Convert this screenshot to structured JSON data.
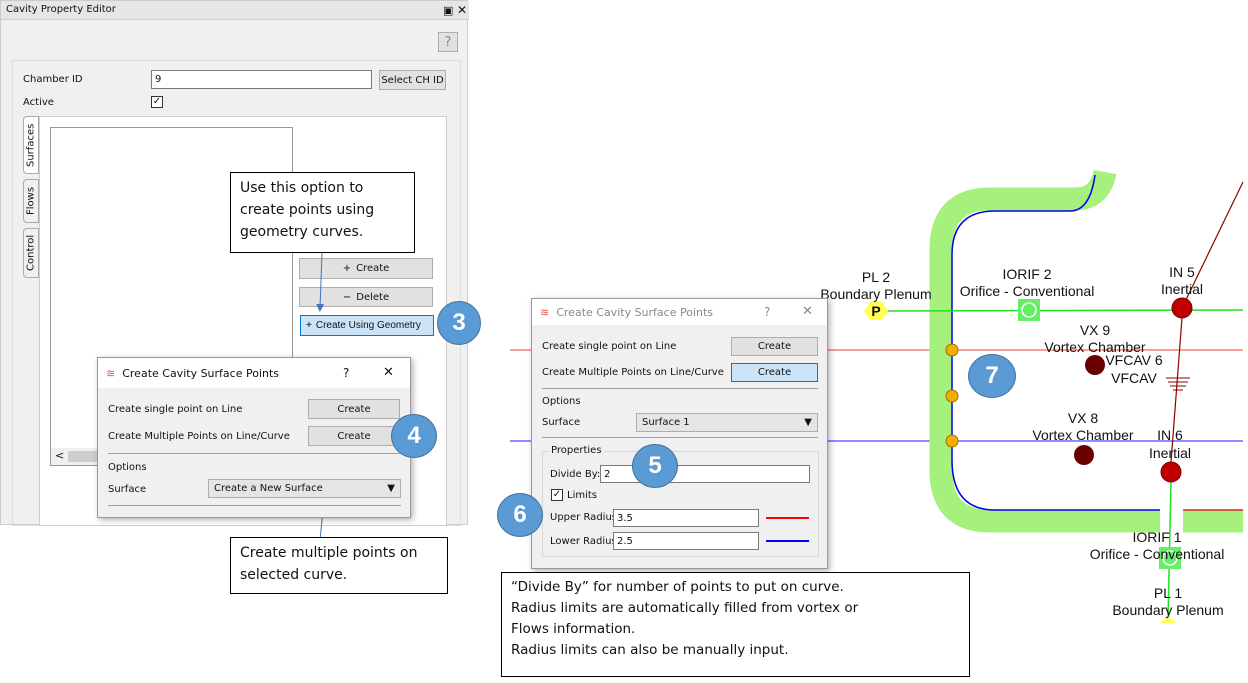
{
  "editor": {
    "title": "Cavity Property Editor",
    "help": "?",
    "chamber_id_label": "Chamber ID",
    "chamber_id_value": "9",
    "select_ch_id": "Select CH ID",
    "active_label": "Active",
    "active_checked": true,
    "tabs": [
      "Surfaces",
      "Flows",
      "Control"
    ],
    "create_label": "Create",
    "delete_label": "Delete",
    "create_geometry_label": "Create Using Geometry",
    "scroll_left": "<"
  },
  "dialog1": {
    "title": "Create Cavity Surface Points",
    "help": "?",
    "close": "✕",
    "single_label": "Create single point on Line",
    "multi_label": "Create Multiple Points on Line/Curve",
    "create": "Create",
    "options": "Options",
    "surface_label": "Surface",
    "surface_value": "Create a New Surface"
  },
  "dialog2": {
    "title": "Create Cavity Surface Points",
    "help": "?",
    "close": "✕",
    "single_label": "Create single point on Line",
    "multi_label": "Create Multiple Points on Line/Curve",
    "create": "Create",
    "options": "Options",
    "surface_label": "Surface",
    "surface_value": "Surface  1",
    "properties": "Properties",
    "divide_by_label": "Divide By:",
    "divide_by_value": "2",
    "limits_label": "Limits",
    "limits_checked": true,
    "upper_radius_label": "Upper Radius",
    "upper_radius_value": "3.5",
    "lower_radius_label": "Lower Radius",
    "lower_radius_value": "2.5",
    "upper_color": "#ff0000",
    "lower_color": "#0000ff"
  },
  "badges": [
    "3",
    "4",
    "5",
    "6",
    "7"
  ],
  "callouts": {
    "geometry": "Use this option to create points using geometry curves.",
    "multiple": "Create multiple points on selected curve.",
    "divide": [
      "“Divide By” for number of points to put on curve.",
      "Radius limits are automatically filled from vortex or",
      "Flows information.",
      "Radius limits can also be manually input."
    ]
  },
  "diagram": {
    "pl2": [
      "PL 2",
      "Boundary Plenum"
    ],
    "pl2_symbol": "P",
    "iorif2": [
      "IORIF  2",
      "Orifice - Conventional"
    ],
    "in5": [
      "IN 5",
      "Inertial"
    ],
    "vx9": [
      "VX 9",
      "Vortex Chamber"
    ],
    "vfcav6": [
      "VFCAV 6",
      "VFCAV"
    ],
    "vx8": [
      "VX 8",
      "Vortex Chamber"
    ],
    "in6": [
      "IN 6",
      "Inertial"
    ],
    "iorif1": [
      "IORIF  1",
      "Orifice - Conventional"
    ],
    "pl1": [
      "PL 1",
      "Boundary Plenum"
    ],
    "colors": {
      "pipe": "#a6f07e",
      "flow": "#22e022",
      "upper": "#ff6060",
      "lower": "#4a4aff",
      "node": "#b00000",
      "point": "#f0b000"
    }
  }
}
